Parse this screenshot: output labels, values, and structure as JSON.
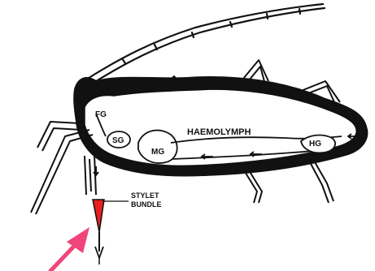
{
  "labels": {
    "fg": "FG",
    "sg": "SG",
    "mg": "MG",
    "haemolymph": "HAEMOLYMPH",
    "hg": "HG",
    "stylet_line1": "STYLET",
    "stylet_line2": "BUNDLE"
  },
  "colors": {
    "outline": "#111111",
    "stylet_fill": "#e8201e",
    "arrow": "#f0457a",
    "background": "#ffffff"
  }
}
